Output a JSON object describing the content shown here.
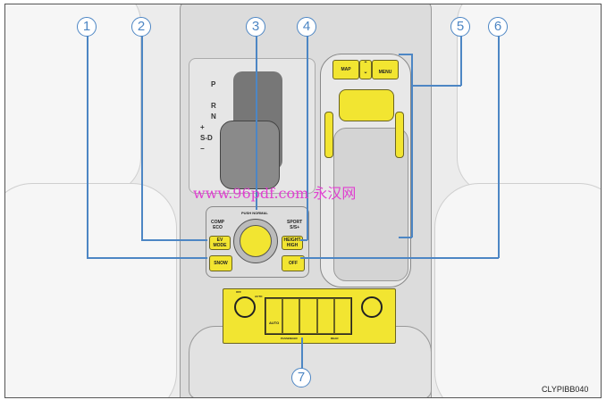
{
  "callouts": [
    "1",
    "2",
    "3",
    "4",
    "5",
    "6",
    "7"
  ],
  "shifter": {
    "p": "P",
    "r": "R",
    "n": "N",
    "plus": "+",
    "sd": "S-D",
    "minus": "−"
  },
  "drive_mode": {
    "comp_eco": "COMP\nECO",
    "push_normal": "PUSH NORMAL",
    "sport": "SPORT\nS/S+",
    "ev_mode": "EV\nMODE",
    "snow": "SNOW",
    "height_high": "HEIGHT\nHIGH",
    "vsc_off": "OFF"
  },
  "remote_touch": {
    "map": "MAP",
    "menu": "MENU"
  },
  "seat_panel": {
    "off": "OFF",
    "auto": "AUTO",
    "auto_btn": "AUTO",
    "passenger": "PASSENGER",
    "rear": "REAR"
  },
  "watermark": "www.96pdf.com 永汉网",
  "figure_code": "CLYPIBB040",
  "colors": {
    "callout": "#4d86c4",
    "control": "#f2e531",
    "watermark": "#e040d0"
  }
}
